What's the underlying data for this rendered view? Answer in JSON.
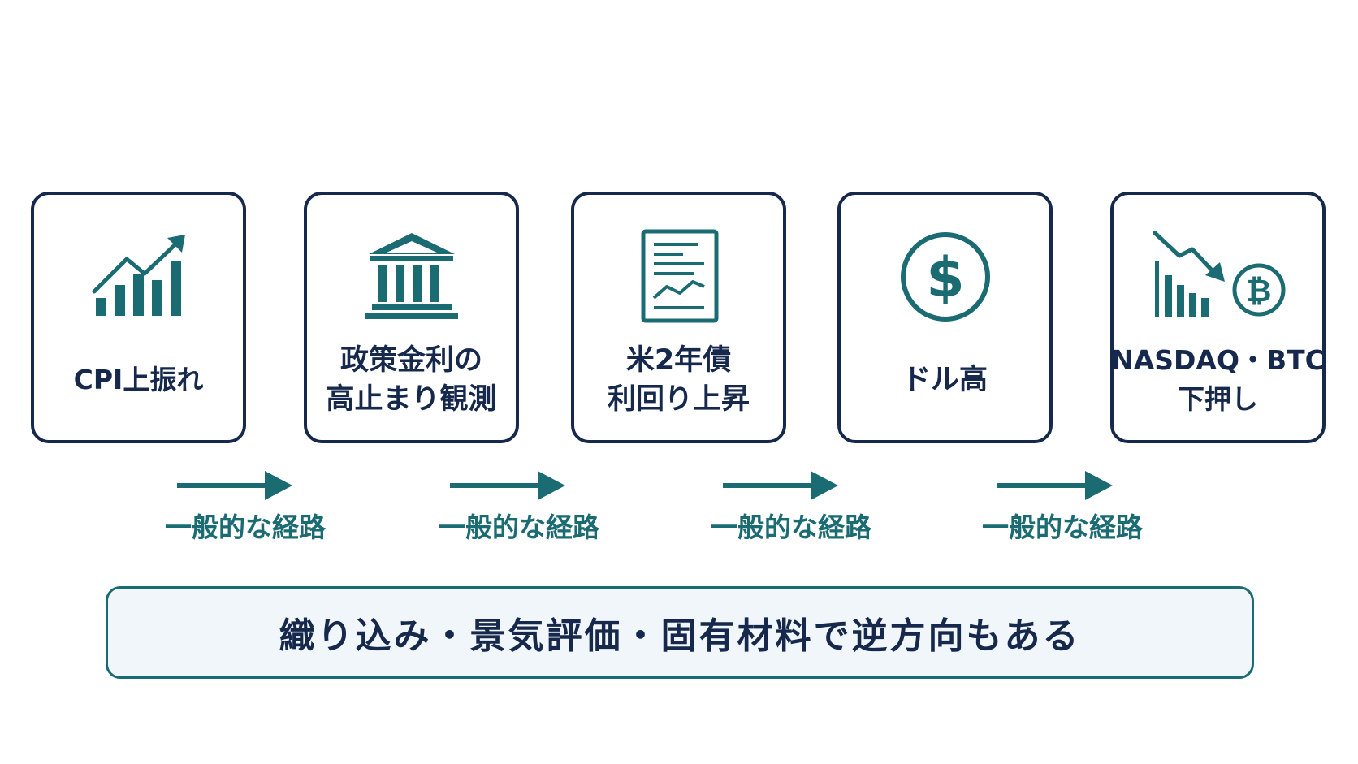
{
  "colors": {
    "navy": "#16294d",
    "teal": "#1b6b72",
    "note_background": "#f1f6fa"
  },
  "steps": [
    {
      "lines": [
        "CPI上振れ"
      ],
      "icon": "rising-bar-chart-icon"
    },
    {
      "lines": [
        "政策金利の",
        "高止まり観測"
      ],
      "icon": "bank-building-icon"
    },
    {
      "lines": [
        "米2年債",
        "利回り上昇"
      ],
      "icon": "yield-document-icon"
    },
    {
      "lines": [
        "ドル高"
      ],
      "icon": "dollar-coin-icon"
    },
    {
      "lines": [
        "NASDAQ・BTC",
        "下押し"
      ],
      "icon": "falling-chart-bitcoin-icon"
    }
  ],
  "connectors": [
    {
      "label": "一般的な経路"
    },
    {
      "label": "一般的な経路"
    },
    {
      "label": "一般的な経路"
    },
    {
      "label": "一般的な経路"
    }
  ],
  "note": {
    "text": "織り込み・景気評価・固有材料で逆方向もある"
  }
}
